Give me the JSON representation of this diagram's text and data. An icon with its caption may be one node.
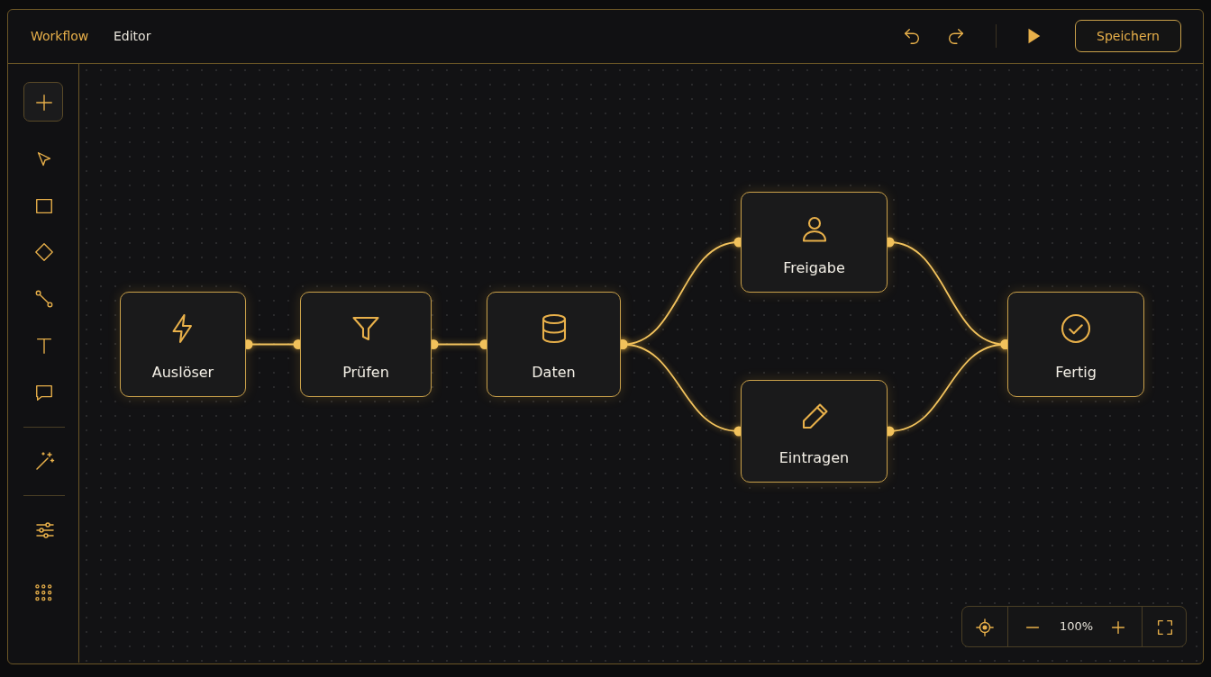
{
  "diagram": {
    "nodes": [
      {
        "text": [
          "Auslöser"
        ]
      },
      {
        "text": [
          "Prüfen"
        ]
      },
      {
        "text": [
          "Daten"
        ]
      },
      {
        "text": [
          "Freigabe"
        ]
      },
      {
        "text": [
          "Eintragen"
        ]
      },
      {
        "text": [
          "Fertig"
        ]
      }
    ],
    "edges": [
      {
        "from": 0,
        "to": 1,
        "arrow": "other"
      },
      {
        "from": 1,
        "to": 2,
        "arrow": "other"
      },
      {
        "from": 2,
        "to": 3,
        "arrow": "other"
      },
      {
        "from": 2,
        "to": 4,
        "arrow": "other"
      },
      {
        "from": 3,
        "to": 5,
        "arrow": "other"
      },
      {
        "from": 4,
        "to": 5,
        "arrow": "other"
      }
    ],
    "labels": [
      "Workflow",
      "Editor",
      "Speichern",
      "100%"
    ]
  }
}
